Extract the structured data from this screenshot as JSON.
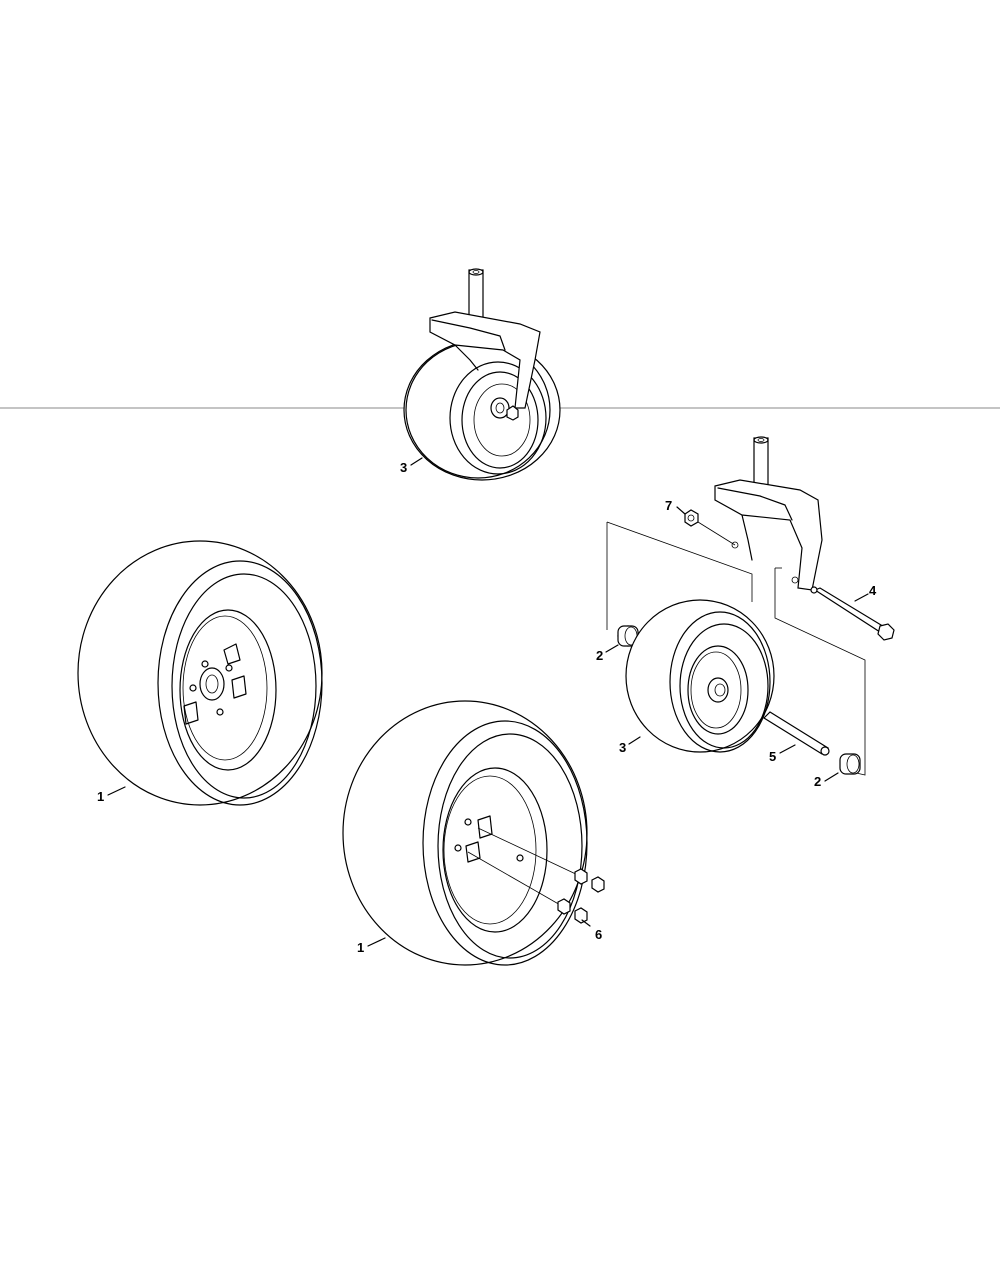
{
  "callouts": [
    {
      "id": "callout-3-top",
      "text": "3"
    },
    {
      "id": "callout-7",
      "text": "7"
    },
    {
      "id": "callout-4",
      "text": "4"
    },
    {
      "id": "callout-2-left",
      "text": "2"
    },
    {
      "id": "callout-3-right",
      "text": "3"
    },
    {
      "id": "callout-5",
      "text": "5"
    },
    {
      "id": "callout-2-right",
      "text": "2"
    },
    {
      "id": "callout-1-left",
      "text": "1"
    },
    {
      "id": "callout-1-center",
      "text": "1"
    },
    {
      "id": "callout-6",
      "text": "6"
    }
  ]
}
